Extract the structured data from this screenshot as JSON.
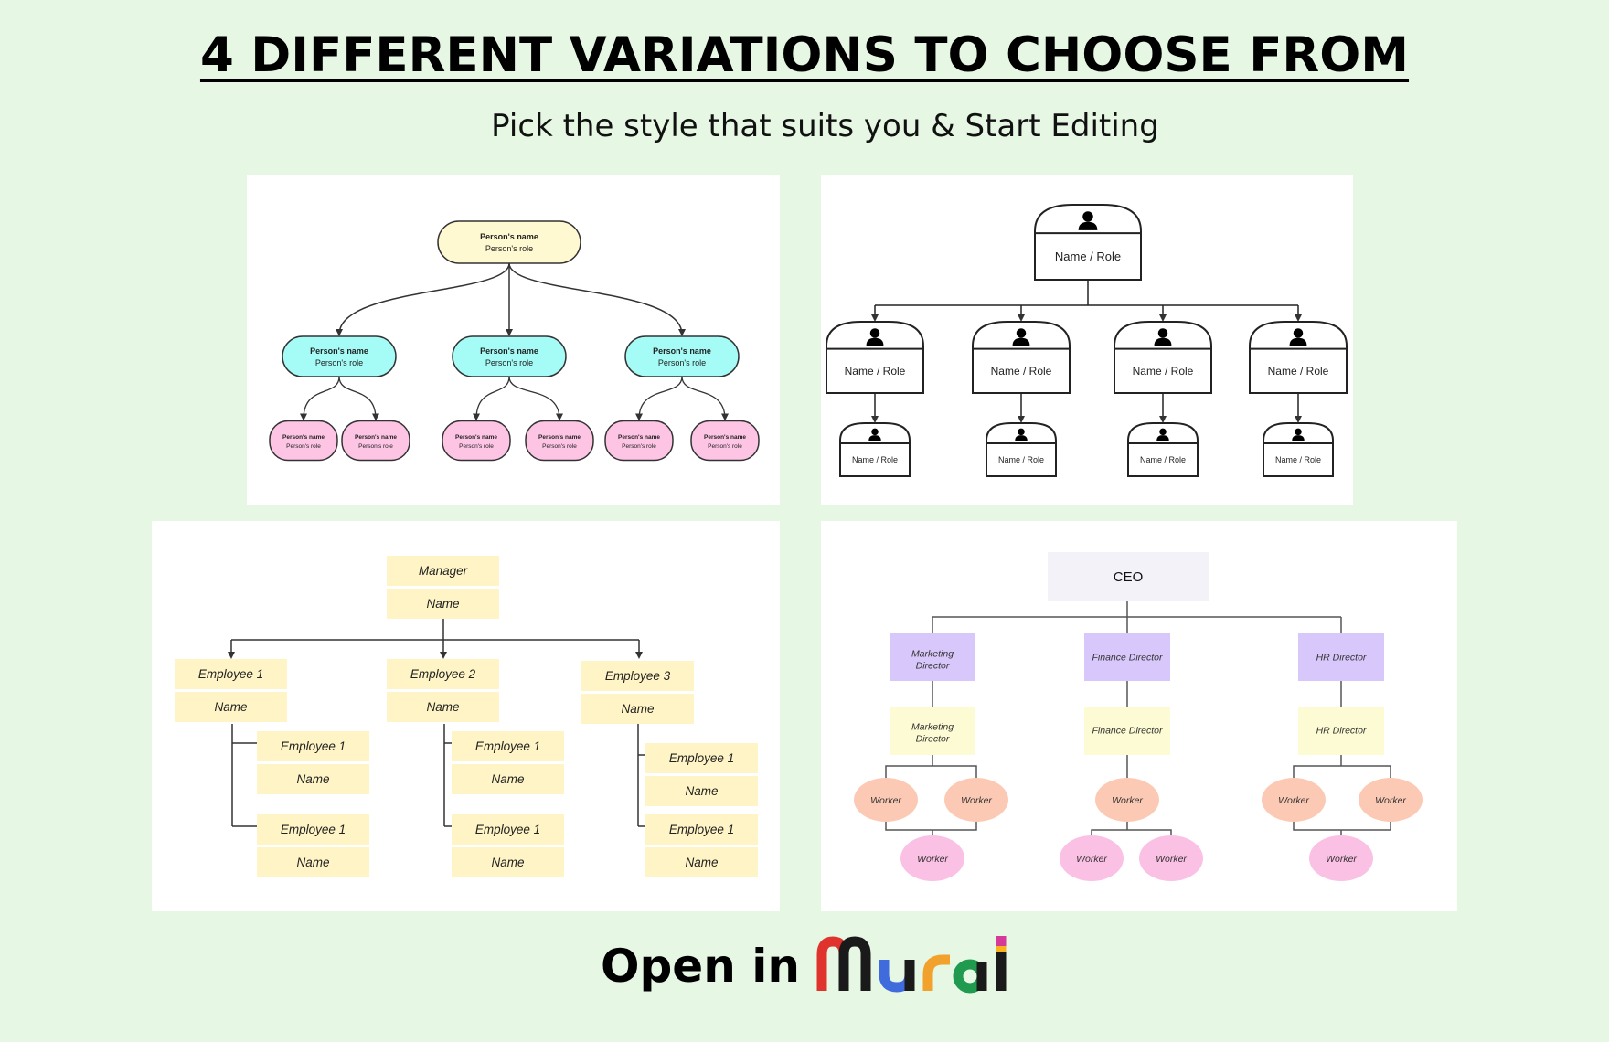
{
  "header": {
    "title": "4 DIFFERENT VARIATIONS TO CHOOSE FROM",
    "subtitle": "Pick the style that suits you & Start Editing"
  },
  "chart1": {
    "root": {
      "name": "Person's name",
      "role": "Person's role"
    },
    "mid": [
      {
        "name": "Person's name",
        "role": "Person's role"
      },
      {
        "name": "Person's name",
        "role": "Person's role"
      },
      {
        "name": "Person's name",
        "role": "Person's role"
      }
    ],
    "leaves": [
      {
        "name": "Person's name",
        "role": "Person's role"
      },
      {
        "name": "Person's name",
        "role": "Person's role"
      },
      {
        "name": "Person's name",
        "role": "Person's role"
      },
      {
        "name": "Person's name",
        "role": "Person's role"
      },
      {
        "name": "Person's name",
        "role": "Person's role"
      },
      {
        "name": "Person's name",
        "role": "Person's role"
      }
    ],
    "colors": {
      "root": "#fff9d2",
      "mid": "#a5fbf6",
      "leaf": "#fdc4e4"
    }
  },
  "chart2": {
    "root": "Name / Role",
    "mid": [
      "Name / Role",
      "Name / Role",
      "Name / Role",
      "Name / Role"
    ],
    "leaves": [
      "Name / Role",
      "Name / Role",
      "Name / Role",
      "Name / Role"
    ],
    "icon": "person-icon"
  },
  "chart3": {
    "manager": {
      "title": "Manager",
      "name": "Name"
    },
    "employees": [
      {
        "title": "Employee 1",
        "name": "Name"
      },
      {
        "title": "Employee 2",
        "name": "Name"
      },
      {
        "title": "Employee 3",
        "name": "Name"
      }
    ],
    "sub": [
      {
        "title": "Employee 1",
        "name": "Name"
      },
      {
        "title": "Employee 1",
        "name": "Name"
      },
      {
        "title": "Employee 1",
        "name": "Name"
      },
      {
        "title": "Employee 1",
        "name": "Name"
      },
      {
        "title": "Employee 1",
        "name": "Name"
      },
      {
        "title": "Employee 1",
        "name": "Name"
      }
    ],
    "colors": {
      "card": "#fff4c5"
    }
  },
  "chart4": {
    "ceo": "CEO",
    "directors": [
      "Marketing Director",
      "Finance Director",
      "HR Director"
    ],
    "subdirectors": [
      "Marketing Director",
      "Finance Director",
      "HR Director"
    ],
    "workers": [
      "Worker",
      "Worker",
      "Worker",
      "Worker",
      "Worker",
      "Worker"
    ],
    "subworkers": [
      "Worker",
      "Worker",
      "Worker",
      "Worker"
    ],
    "colors": {
      "ceo": "#f3f2f9",
      "director": "#d8c7fb",
      "subdirector": "#fdfbd3",
      "worker": "#fccab4",
      "subworker": "#fbc1e4"
    }
  },
  "footer": {
    "cta": "Open in",
    "logo_text": "mural",
    "logo_colors": [
      "#e0332e",
      "#1a1a1a",
      "#3f6bdc",
      "#1a1a1a",
      "#f2a12c",
      "#1f9a4e",
      "#1a1a1a",
      "#d63a98",
      "#f7b21e"
    ]
  }
}
